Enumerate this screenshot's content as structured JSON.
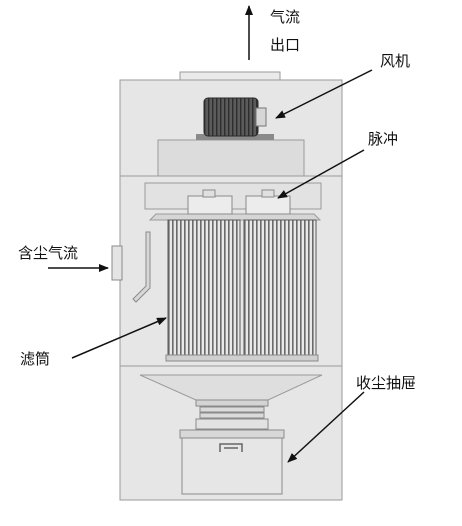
{
  "labels": {
    "outlet_line1": "气流",
    "outlet_line2": "出口",
    "fan": "风机",
    "pulse": "脉冲",
    "inlet": "含尘气流",
    "filter": "滤筒",
    "drawer": "收尘抽屉"
  },
  "colors": {
    "body_fill": "#e6e6e6",
    "body_stroke": "#9a9a9a",
    "filter_dark": "#5a5a5a",
    "motor_dark": "#4a4a4a",
    "text": "#111111"
  }
}
